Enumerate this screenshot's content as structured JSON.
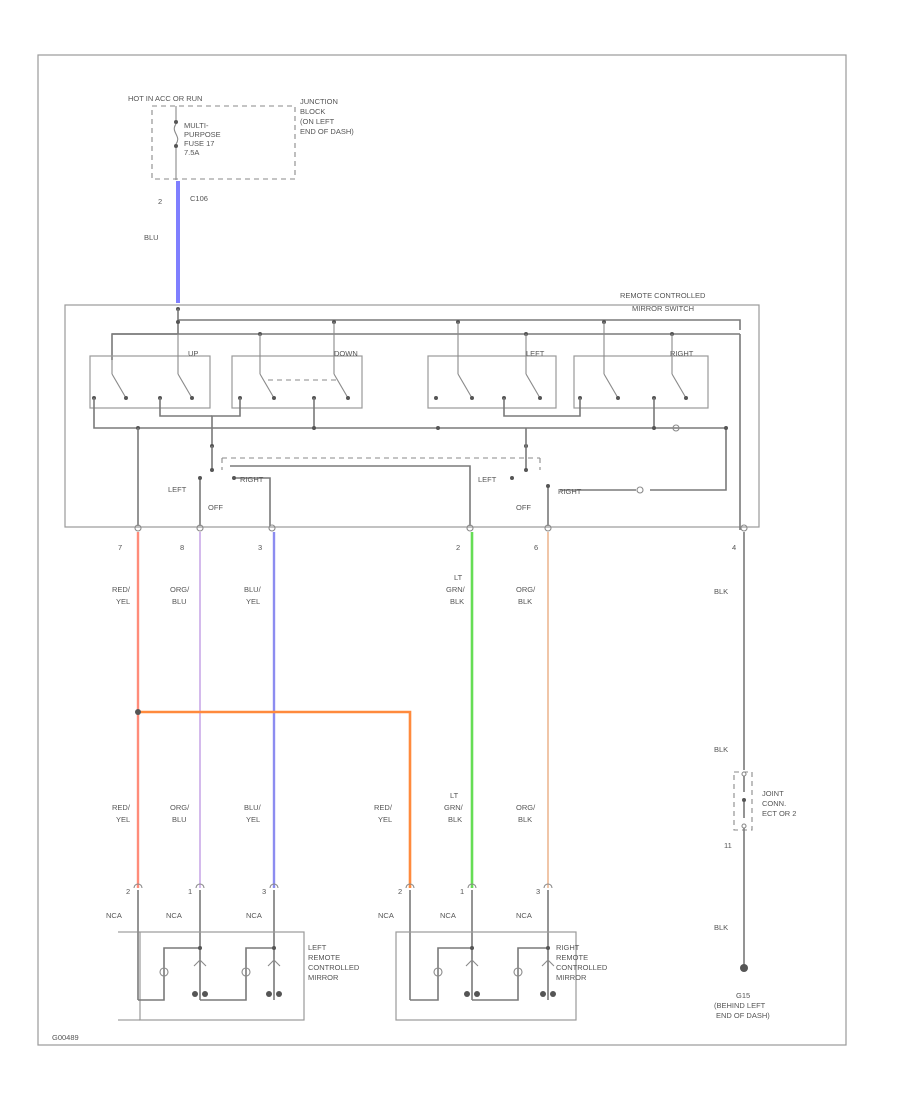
{
  "colors": {
    "blu": "#7f7fff",
    "red_yel_left": "#ff8c7a",
    "org_blu": "#c9a8e8",
    "blu_yel": "#8c8cf0",
    "red_yel_right": "#ff8a3d",
    "lt_grn_blk": "#66dd55",
    "org_blk": "#efbf9e",
    "neutral": "#7a7a7a"
  },
  "top": {
    "power_label": "HOT IN ACC OR RUN",
    "fuse_label": [
      "MULTI-",
      "PURPOSE",
      "FUSE 17",
      "7.5A"
    ],
    "junction_label": [
      "JUNCTION",
      "BLOCK",
      "(ON LEFT",
      "END OF DASH)"
    ],
    "pin_2": "2",
    "connector_c106": "C106",
    "wire_blu": "BLU"
  },
  "switch": {
    "title": [
      "REMOTE CONTROLLED",
      "MIRROR SWITCH"
    ],
    "up": "UP",
    "down": "DOWN",
    "left_sw": "LEFT",
    "right_sw": "RIGHT",
    "sel_left": "LEFT",
    "sel_right": "RIGHT",
    "sel_off": "OFF",
    "adj_left": "LEFT",
    "adj_right": "RIGHT",
    "adj_off": "OFF"
  },
  "pins": [
    "7",
    "8",
    "3",
    "2",
    "6",
    "4"
  ],
  "wires_upper": [
    [
      "RED/",
      "YEL"
    ],
    [
      "ORG/",
      "BLU"
    ],
    [
      "BLU/",
      "YEL"
    ],
    [
      "LT",
      "GRN/",
      "BLK"
    ],
    [
      "ORG/",
      "BLK"
    ],
    [
      "BLK"
    ]
  ],
  "wires_lower": [
    [
      "RED/",
      "YEL"
    ],
    [
      "ORG/",
      "BLU"
    ],
    [
      "BLU/",
      "YEL"
    ],
    [
      "RED/",
      "YEL"
    ],
    [
      "LT",
      "GRN/",
      "BLK"
    ],
    [
      "ORG/",
      "BLK"
    ]
  ],
  "mirror_pins": [
    "2",
    "1",
    "3",
    "2",
    "1",
    "3"
  ],
  "nca": "NCA",
  "left_mirror": [
    "LEFT",
    "REMOTE",
    "CONTROLLED",
    "MIRROR"
  ],
  "right_mirror": [
    "RIGHT",
    "REMOTE",
    "CONTROLLED",
    "MIRROR"
  ],
  "ground": {
    "blk_1": "BLK",
    "blk_2": "BLK",
    "joint_conn": [
      "JOINT",
      "CONN.",
      "ECT OR 2"
    ],
    "pin_11": "11",
    "blk_3": "BLK",
    "ground_label": [
      "G15",
      "(BEHIND LEFT",
      "END OF DASH)"
    ]
  },
  "footer_code": "G00489"
}
